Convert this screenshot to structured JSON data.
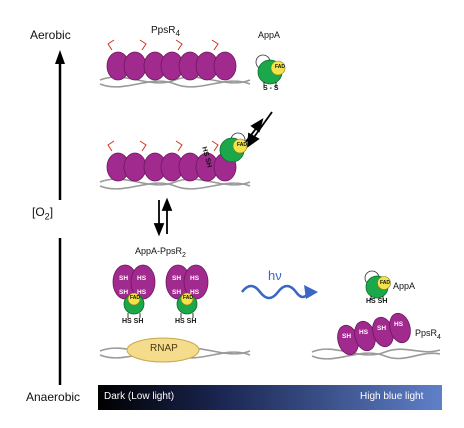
{
  "axis": {
    "top_label": "Aerobic",
    "bottom_label": "Anaerobic",
    "middle_label_main": "[O",
    "middle_label_sub": "2",
    "middle_label_end": "]"
  },
  "top_complex": {
    "label_main": "PpsR",
    "label_sub": "4"
  },
  "appa_top": {
    "label": "AppA",
    "fad": "FAD",
    "disulfide": "S - S"
  },
  "appa_mid": {
    "fad": "FAD",
    "thiols": "HS SH"
  },
  "complex_label": {
    "main": "AppA-PpsR",
    "sub": "2"
  },
  "sh_labels": {
    "sh": "SH",
    "hs": "HS",
    "fad": "FAD",
    "hs_sh": "HS  SH"
  },
  "rnap": {
    "label": "RNAP"
  },
  "light": {
    "symbol": "hν"
  },
  "appa_right": {
    "label": "AppA",
    "fad": "FAD",
    "thiols": "HS SH"
  },
  "ppsr_right": {
    "label_main": "PpsR",
    "label_sub": "4"
  },
  "light_bar": {
    "left_label": "Dark (Low light)",
    "right_label": "High blue light",
    "color_start": "#000000",
    "color_end": "#5f80c8"
  },
  "colors": {
    "ppsr": "#a12a8e",
    "appa_green": "#1aa84a",
    "fad_yellow": "#f4e24a",
    "rnap": "#f4dc8c",
    "arrow_blue": "#3a67c6",
    "dna": "#9a9a9a"
  }
}
